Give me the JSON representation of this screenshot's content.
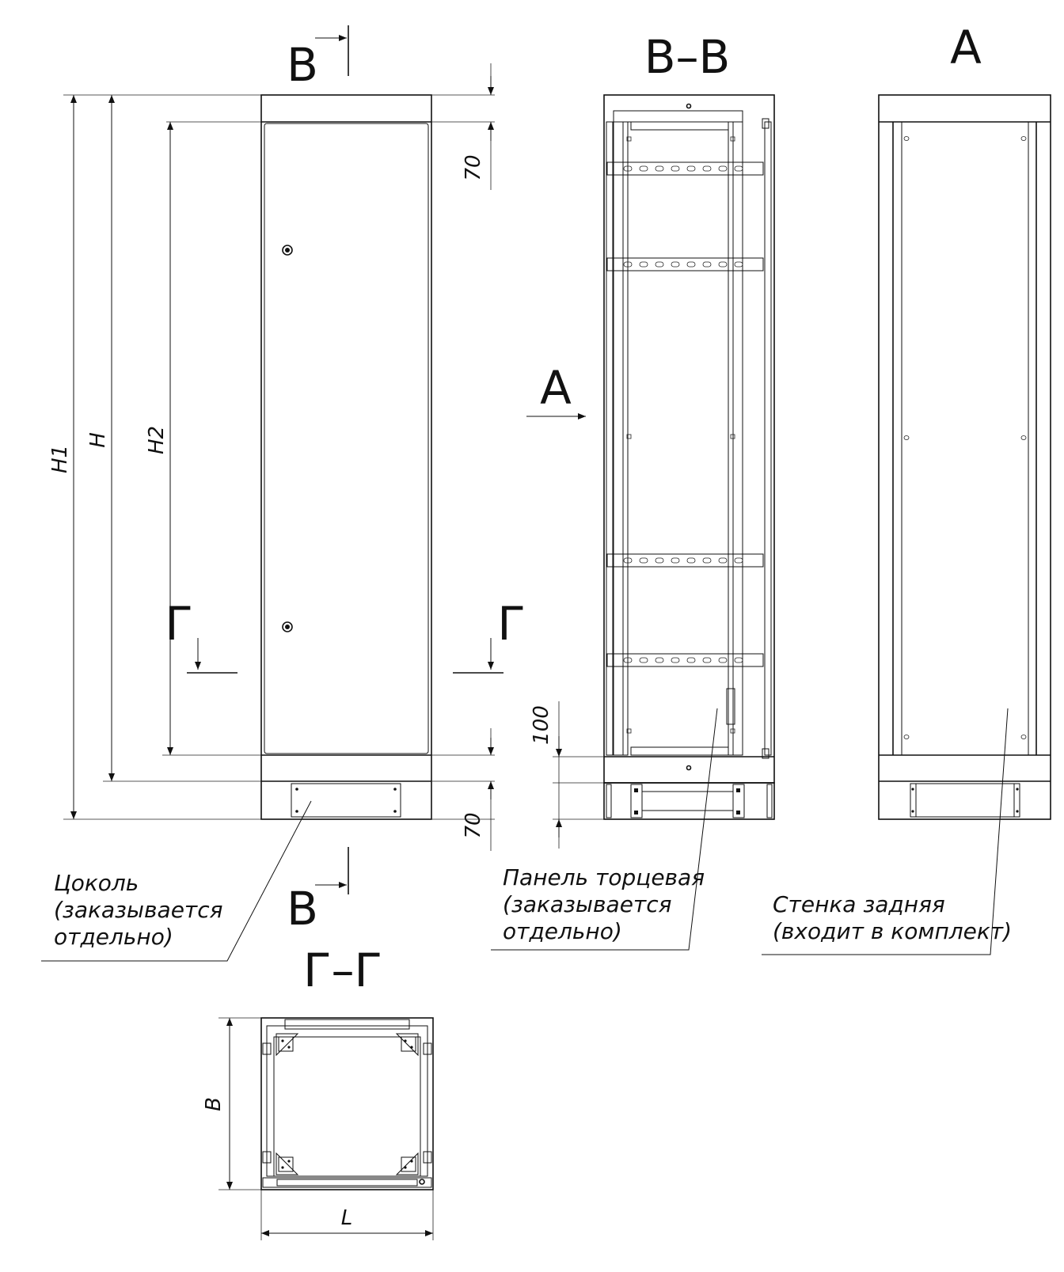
{
  "labels": {
    "section_v": "В",
    "title_vv": "В–В",
    "title_a": "А",
    "view_arrow_a": "А",
    "section_g": "Г",
    "title_gg": "Г–Г"
  },
  "dimensions": {
    "h1": "H1",
    "h": "H",
    "h2": "H2",
    "top_70": "70",
    "bottom_70": "70",
    "d_100": "100",
    "b": "B",
    "l": "L"
  },
  "notes": {
    "plinth": [
      "Цоколь",
      "(заказывается",
      "отдельно)"
    ],
    "end_panel": [
      "Панель торцевая",
      "(заказывается",
      "отдельно)"
    ],
    "rear_wall": [
      "Стенка задняя",
      "(входит в комплект)"
    ]
  }
}
